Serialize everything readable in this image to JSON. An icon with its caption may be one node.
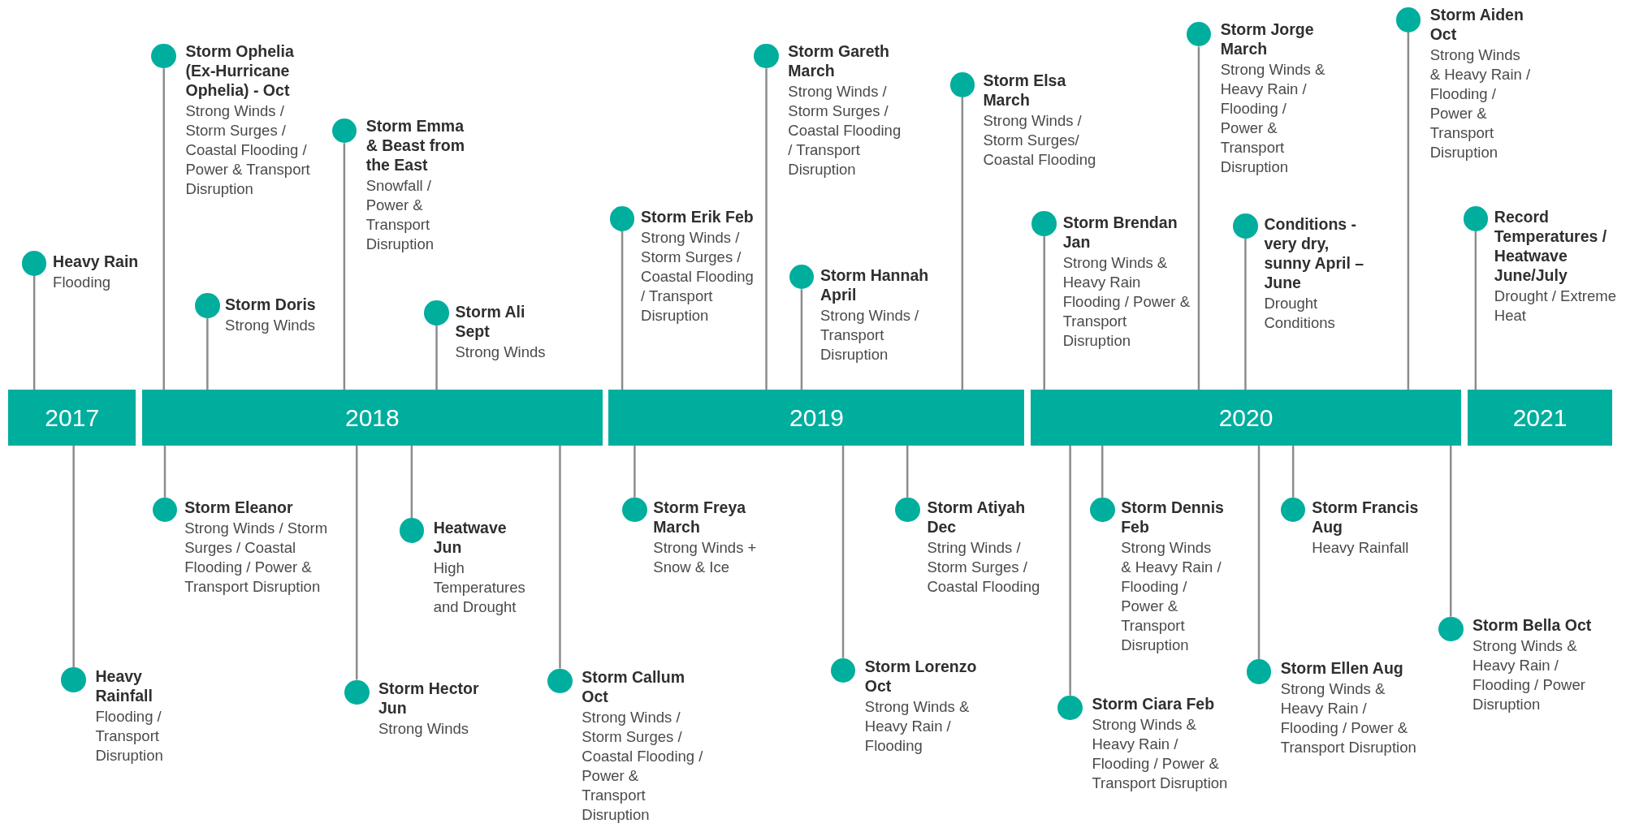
{
  "diagram": {
    "nodes": [
      {
        "text": [
          "2017"
        ]
      },
      {
        "text": [
          "2018"
        ]
      },
      {
        "text": [
          "2019"
        ]
      },
      {
        "text": [
          "2020"
        ]
      },
      {
        "text": [
          "2021"
        ]
      },
      {
        "text": [
          "Heavy Rain",
          "Flooding"
        ]
      },
      {
        "text": [
          "Storm Ophelia (Ex-Hurricane Ophelia) - Oct",
          "Strong Winds / Storm Surges / Coastal Flooding / Power & Transport Disruption"
        ]
      },
      {
        "text": [
          "Storm Doris",
          "Strong Winds"
        ]
      },
      {
        "text": [
          "Storm Emma & Beast from the East",
          "Snowfall / Power & Transport Disruption"
        ]
      },
      {
        "text": [
          "Storm Ali Sept",
          "Strong Winds"
        ]
      },
      {
        "text": [
          "Storm Erik Feb",
          "Strong Winds / Storm Surges / Coastal Flooding / Transport Disruption"
        ]
      },
      {
        "text": [
          "Storm Gareth March",
          "Strong Winds / Storm Surges / Coastal Flooding / Transport Disruption"
        ]
      },
      {
        "text": [
          "Storm Hannah April",
          "Strong Winds / Transport Disruption"
        ]
      },
      {
        "text": [
          "Storm Elsa March",
          "Strong Winds / Storm Surges/ Coastal Flooding"
        ]
      },
      {
        "text": [
          "Storm Brendan Jan",
          "Strong Winds & Heavy Rain Flooding / Power & Transport Disruption"
        ]
      },
      {
        "text": [
          "Storm Jorge March",
          "Strong Winds & Heavy Rain / Flooding / Power & Transport Disruption"
        ]
      },
      {
        "text": [
          "Conditions -very dry, sunny April – June",
          "Drought Conditions"
        ]
      },
      {
        "text": [
          "Storm Aiden Oct",
          "Strong Winds & Heavy Rain / Flooding / Power & Transport Disruption"
        ]
      },
      {
        "text": [
          "Record Temperatures / Heatwave June/July",
          "Drought / Extreme Heat"
        ]
      },
      {
        "text": [
          "Heavy Rainfall",
          "Flooding / Transport Disruption"
        ]
      },
      {
        "text": [
          "Storm Eleanor",
          "Strong Winds / Storm Surges / Coastal Flooding / Power & Transport Disruption"
        ]
      },
      {
        "text": [
          "Heatwave Jun",
          "High Temperatures and Drought"
        ]
      },
      {
        "text": [
          "Storm Hector Jun",
          "Strong Winds"
        ]
      },
      {
        "text": [
          "Storm Callum Oct",
          "Strong Winds / Storm Surges / Coastal Flooding / Power & Transport Disruption"
        ]
      },
      {
        "text": [
          "Storm Freya March",
          "Strong Winds + Snow & Ice"
        ]
      },
      {
        "text": [
          "Storm Lorenzo Oct",
          "Strong Winds & Heavy Rain / Flooding"
        ]
      },
      {
        "text": [
          "Storm Atiyah Dec",
          "String Winds / Storm Surges / Coastal Flooding"
        ]
      },
      {
        "text": [
          "Storm Ciara Feb",
          "Strong Winds & Heavy Rain / Flooding / Power & Transport Disruption"
        ]
      },
      {
        "text": [
          "Storm Dennis Feb",
          "Strong Winds & Heavy Rain / Flooding / Power & Transport Disruption"
        ]
      },
      {
        "text": [
          "Storm Ellen Aug",
          "Strong Winds & Heavy Rain / Flooding / Power & Transport Disruption"
        ]
      },
      {
        "text": [
          "Storm Francis Aug",
          "Heavy Rainfall"
        ]
      },
      {
        "text": [
          "Storm Bella Oct",
          "Strong Winds & Heavy Rain / Flooding / Power Disruption"
        ]
      }
    ],
    "edges": [
      {
        "from": 5,
        "to": 0,
        "arrow": "none"
      },
      {
        "from": 6,
        "to": 1,
        "arrow": "none"
      },
      {
        "from": 7,
        "to": 1,
        "arrow": "none"
      },
      {
        "from": 8,
        "to": 1,
        "arrow": "none"
      },
      {
        "from": 9,
        "to": 1,
        "arrow": "none"
      },
      {
        "from": 10,
        "to": 2,
        "arrow": "none"
      },
      {
        "from": 11,
        "to": 2,
        "arrow": "none"
      },
      {
        "from": 12,
        "to": 2,
        "arrow": "none"
      },
      {
        "from": 13,
        "to": 2,
        "arrow": "none"
      },
      {
        "from": 14,
        "to": 3,
        "arrow": "none"
      },
      {
        "from": 15,
        "to": 3,
        "arrow": "none"
      },
      {
        "from": 16,
        "to": 3,
        "arrow": "none"
      },
      {
        "from": 17,
        "to": 3,
        "arrow": "none"
      },
      {
        "from": 18,
        "to": 4,
        "arrow": "none"
      },
      {
        "from": 19,
        "to": 0,
        "arrow": "none"
      },
      {
        "from": 20,
        "to": 1,
        "arrow": "none"
      },
      {
        "from": 21,
        "to": 1,
        "arrow": "none"
      },
      {
        "from": 22,
        "to": 1,
        "arrow": "none"
      },
      {
        "from": 23,
        "to": 1,
        "arrow": "none"
      },
      {
        "from": 24,
        "to": 2,
        "arrow": "none"
      },
      {
        "from": 25,
        "to": 2,
        "arrow": "none"
      },
      {
        "from": 26,
        "to": 2,
        "arrow": "none"
      },
      {
        "from": 27,
        "to": 3,
        "arrow": "none"
      },
      {
        "from": 28,
        "to": 3,
        "arrow": "none"
      },
      {
        "from": 29,
        "to": 3,
        "arrow": "none"
      },
      {
        "from": 30,
        "to": 3,
        "arrow": "none"
      },
      {
        "from": 31,
        "to": 3,
        "arrow": "none"
      }
    ]
  }
}
